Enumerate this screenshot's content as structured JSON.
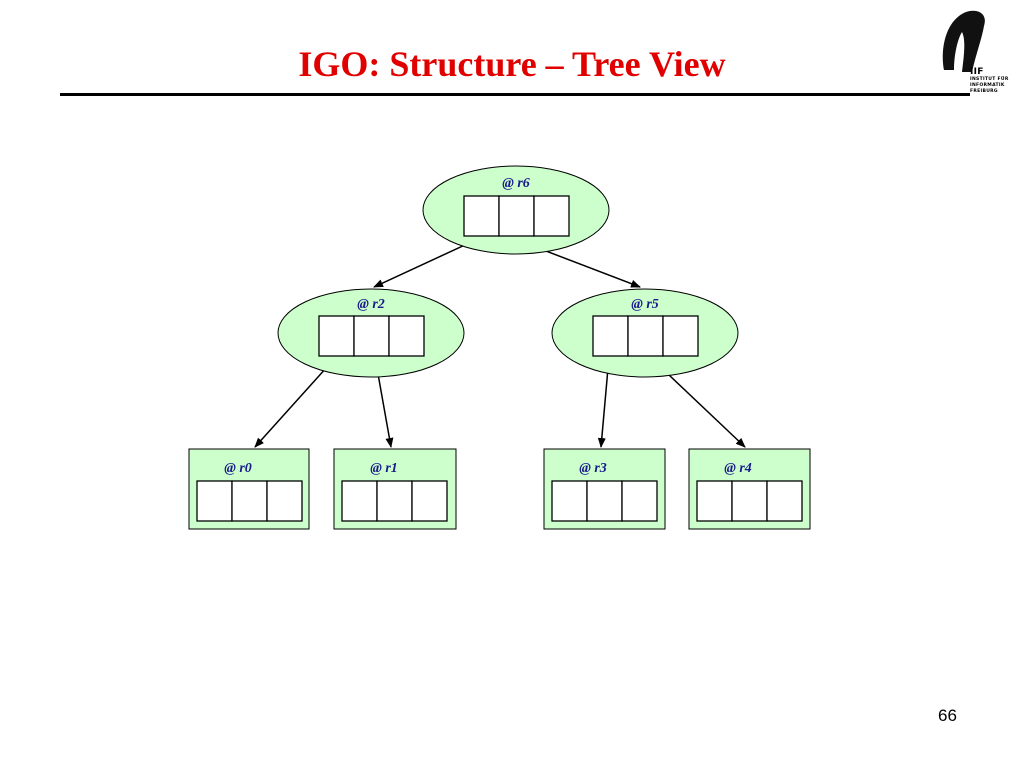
{
  "slide": {
    "title": "IGO: Structure – Tree View",
    "page_number": "66"
  },
  "logo": {
    "name": "iif-logo",
    "text_lines": [
      "IIF",
      "INSTITUT FÜR",
      "INFORMATIK",
      "FREIBURG"
    ]
  },
  "colors": {
    "title": "#e00000",
    "node_fill": "#ccffcc",
    "node_label": "#1a1a8c"
  },
  "tree": {
    "nodes": [
      {
        "id": "r6",
        "label": "@ r6",
        "kind": "inner",
        "cells": 3
      },
      {
        "id": "r2",
        "label": "@ r2",
        "kind": "inner",
        "cells": 3
      },
      {
        "id": "r5",
        "label": "@ r5",
        "kind": "inner",
        "cells": 3
      },
      {
        "id": "r0",
        "label": "@ r0",
        "kind": "leaf",
        "cells": 3
      },
      {
        "id": "r1",
        "label": "@ r1",
        "kind": "leaf",
        "cells": 3
      },
      {
        "id": "r3",
        "label": "@ r3",
        "kind": "leaf",
        "cells": 3
      },
      {
        "id": "r4",
        "label": "@ r4",
        "kind": "leaf",
        "cells": 3
      }
    ],
    "edges": [
      {
        "from": "r6",
        "to": "r2"
      },
      {
        "from": "r6",
        "to": "r5"
      },
      {
        "from": "r2",
        "to": "r0"
      },
      {
        "from": "r2",
        "to": "r1"
      },
      {
        "from": "r5",
        "to": "r3"
      },
      {
        "from": "r5",
        "to": "r4"
      }
    ]
  }
}
